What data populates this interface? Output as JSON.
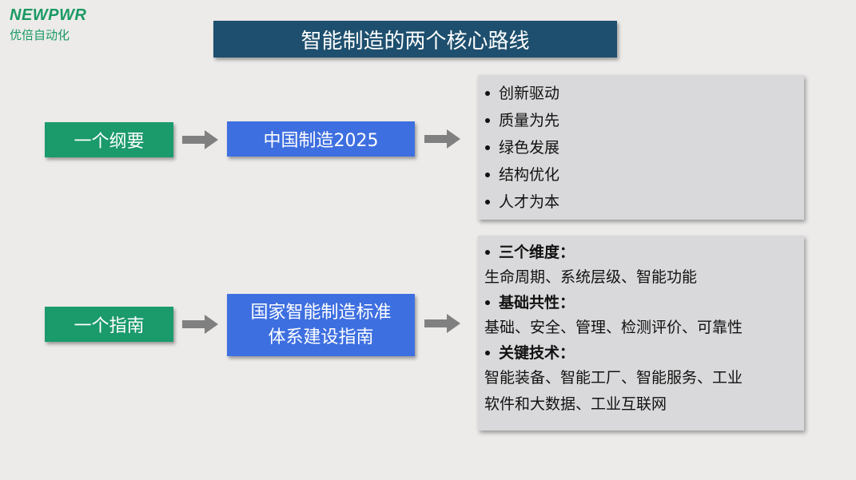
{
  "logo": {
    "brand": "NEWPWR",
    "subtitle": "优倍自动化"
  },
  "title": "智能制造的两个核心路线",
  "row1": {
    "label": "一个纲要",
    "box": "中国制造2025",
    "items": [
      "创新驱动",
      "质量为先",
      "绿色发展",
      "结构优化",
      "人才为本"
    ]
  },
  "row2": {
    "label": "一个指南",
    "box_line1": "国家智能制造标准",
    "box_line2": "体系建设指南",
    "sections": [
      {
        "heading": "三个维度：",
        "detail": [
          "生命周期、系统层级、智能功能"
        ]
      },
      {
        "heading": "基础共性：",
        "detail": [
          "基础、安全、管理、检测评价、可靠性"
        ]
      },
      {
        "heading": "关键技术：",
        "detail": [
          "智能装备、智能工厂、智能服务、工业",
          "软件和大数据、工业互联网"
        ]
      }
    ]
  },
  "colors": {
    "title_bar": "#1e4f6e",
    "green_box": "#1b9a6c",
    "blue_box": "#3e6fe0",
    "panel": "#d9d8da",
    "arrow": "#808080",
    "logo": "#1a9a63"
  }
}
